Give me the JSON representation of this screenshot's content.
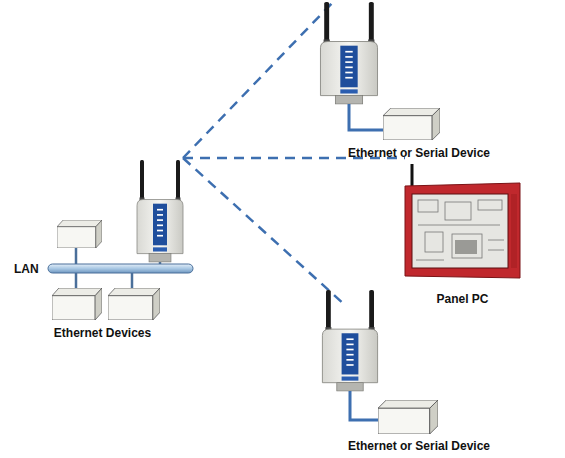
{
  "diagram": {
    "nodes": [
      {
        "text": [
          "LAN"
        ]
      },
      {
        "text": [
          "Ethernet Devices"
        ]
      },
      {
        "text": [
          "Ethernet or Serial Device"
        ]
      },
      {
        "text": [
          "Panel PC"
        ]
      },
      {
        "text": [
          "Ethernet or Serial Device"
        ]
      }
    ]
  }
}
